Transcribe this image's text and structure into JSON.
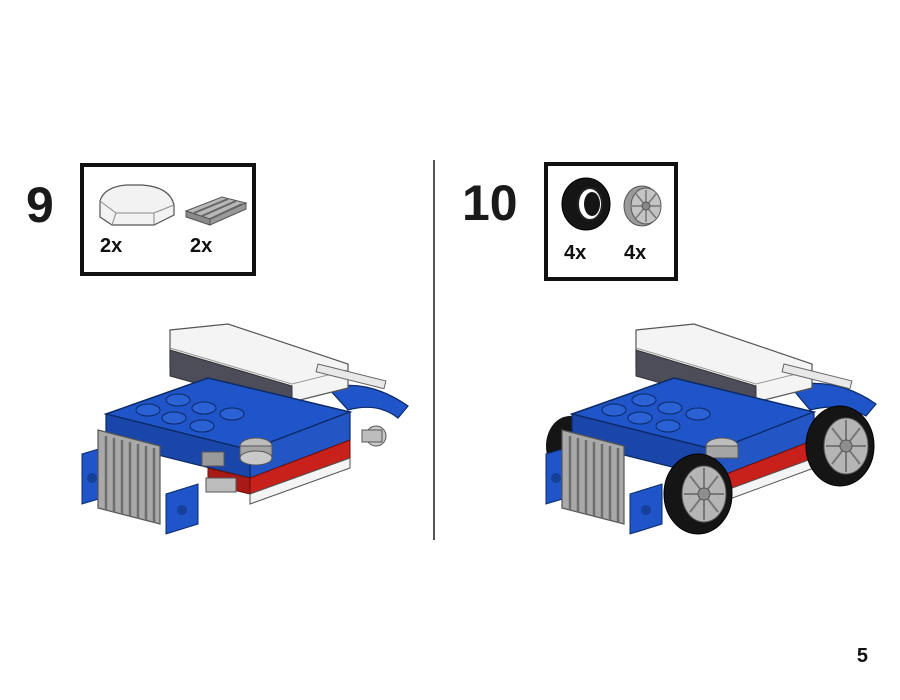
{
  "steps": [
    {
      "number": "9",
      "parts": [
        {
          "icon": "curved-slope-brick-icon",
          "quantity": "2x",
          "color": "#f2f2f2"
        },
        {
          "icon": "grille-tile-icon",
          "quantity": "2x",
          "color": "#9a9a9a"
        }
      ],
      "model_colors": {
        "body": "#1f55c8",
        "trim": "#c8211b",
        "roof": "#f4f4f4",
        "grille": "#a9a9a9"
      }
    },
    {
      "number": "10",
      "parts": [
        {
          "icon": "tire-icon",
          "quantity": "4x",
          "color": "#151515"
        },
        {
          "icon": "wheel-rim-icon",
          "quantity": "4x",
          "color": "#b0b0b0"
        }
      ],
      "model_colors": {
        "body": "#1f55c8",
        "trim": "#c8211b",
        "roof": "#f4f4f4",
        "grille": "#a9a9a9",
        "tire": "#151515",
        "rim": "#b5b5b5"
      }
    }
  ],
  "page_number": "5"
}
